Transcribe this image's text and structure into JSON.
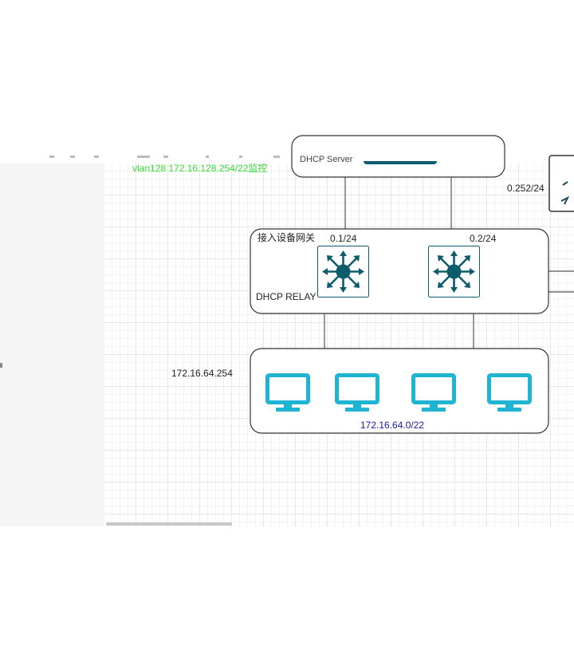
{
  "labels": {
    "vlan_monitor": "vlan128 172.16.128.254/22监控",
    "server_partial": "DHCP Server",
    "right_ip": "0.252/24",
    "gateway_title": "接入设备网关",
    "switch1_ip": "0.1/24",
    "switch2_ip": "0.2/24",
    "relay": "DHCP RELAY",
    "lan_gateway": "172.16.64.254",
    "lan_subnet": "172.16.64.0/22"
  },
  "colors": {
    "switch_fill": "#0d5c6e",
    "switch_arrow": "#ffffff",
    "monitor": "#1fb4d2",
    "line": "#555555",
    "monitor_label": "#33dd33",
    "subnet_label": "#1a1aa8"
  },
  "icons": {
    "switch": "layer3-switch-icon",
    "pc": "desktop-monitor-icon"
  }
}
